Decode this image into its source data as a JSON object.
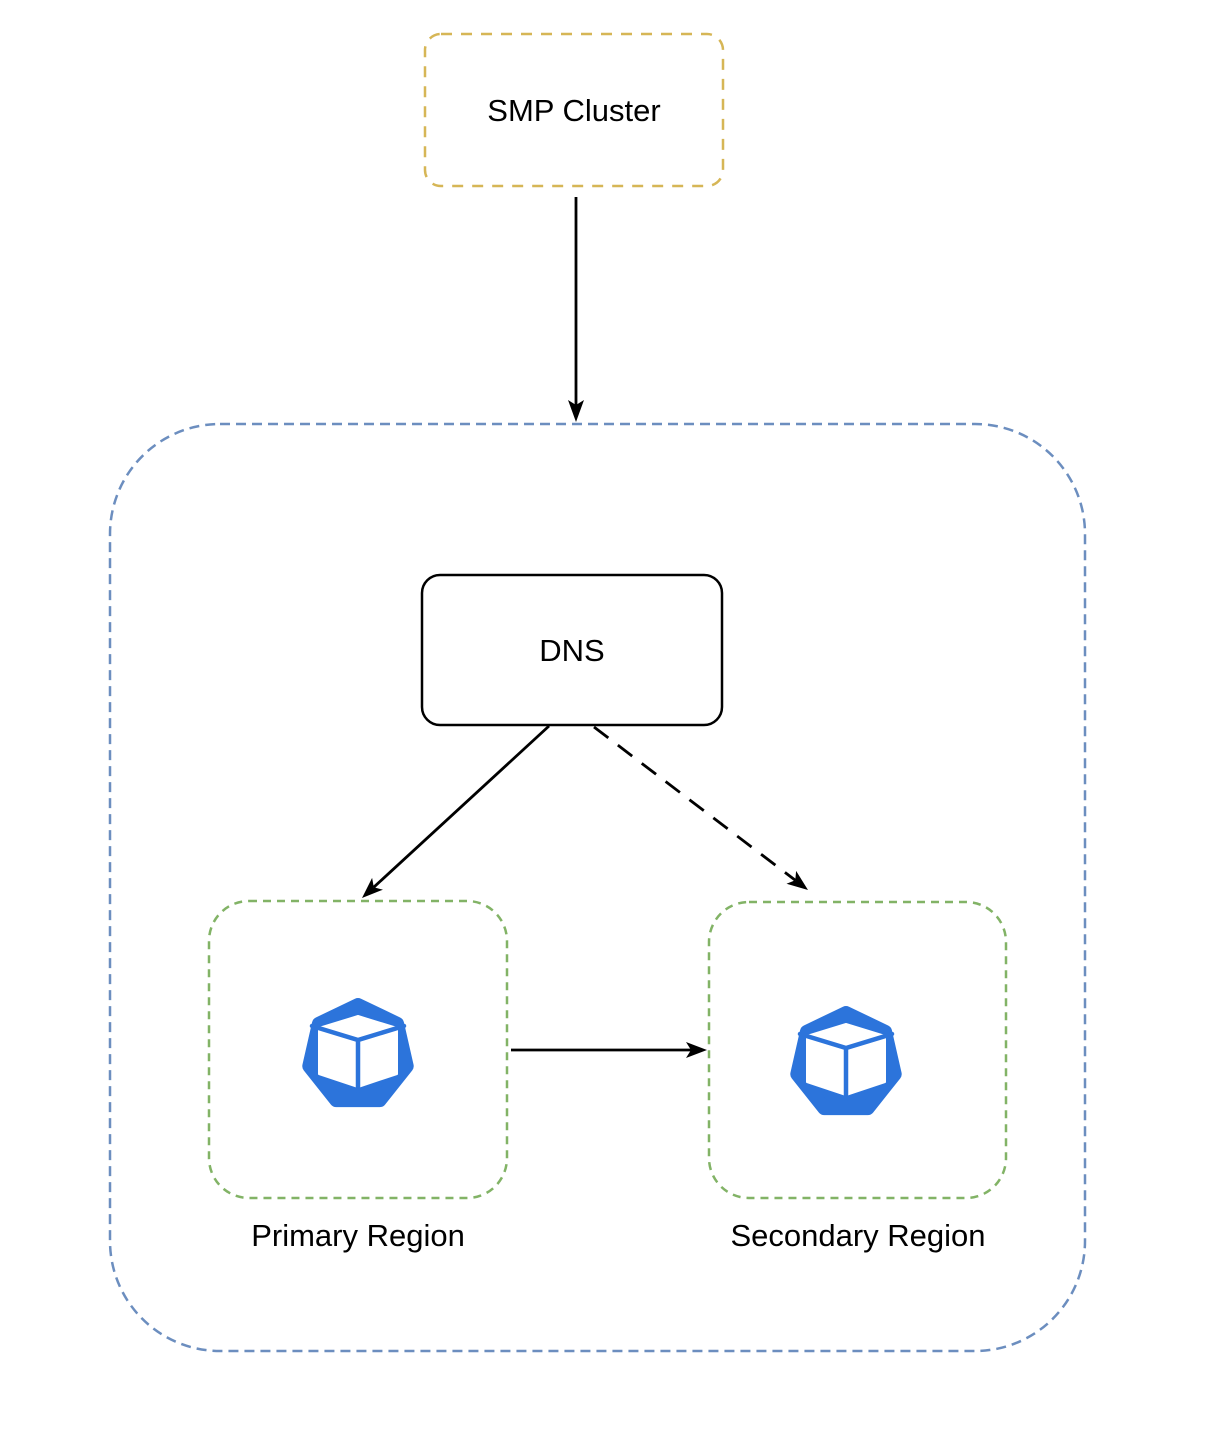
{
  "diagram": {
    "background_color": "#ffffff",
    "nodes": {
      "smp_cluster": {
        "label": "SMP Cluster",
        "border_color": "#d6b656",
        "border_style": "dashed"
      },
      "zone_container": {
        "border_color": "#6c8ebf",
        "border_style": "dashed"
      },
      "dns": {
        "label": "DNS",
        "border_color": "#000000",
        "border_style": "solid"
      },
      "primary_region": {
        "label": "Primary Region",
        "border_color": "#82b366",
        "border_style": "dashed",
        "icon": "cube-heptagon-icon",
        "icon_color": "#2c74db"
      },
      "secondary_region": {
        "label": "Secondary Region",
        "border_color": "#82b366",
        "border_style": "dashed",
        "icon": "cube-heptagon-icon",
        "icon_color": "#2c74db"
      }
    },
    "edges": [
      {
        "from": "smp_cluster",
        "to": "zone_container",
        "style": "solid",
        "color": "#000000"
      },
      {
        "from": "dns",
        "to": "primary_region",
        "style": "solid",
        "color": "#000000"
      },
      {
        "from": "dns",
        "to": "secondary_region",
        "style": "dashed",
        "color": "#000000"
      },
      {
        "from": "primary_region",
        "to": "secondary_region",
        "style": "solid",
        "color": "#000000"
      }
    ]
  }
}
